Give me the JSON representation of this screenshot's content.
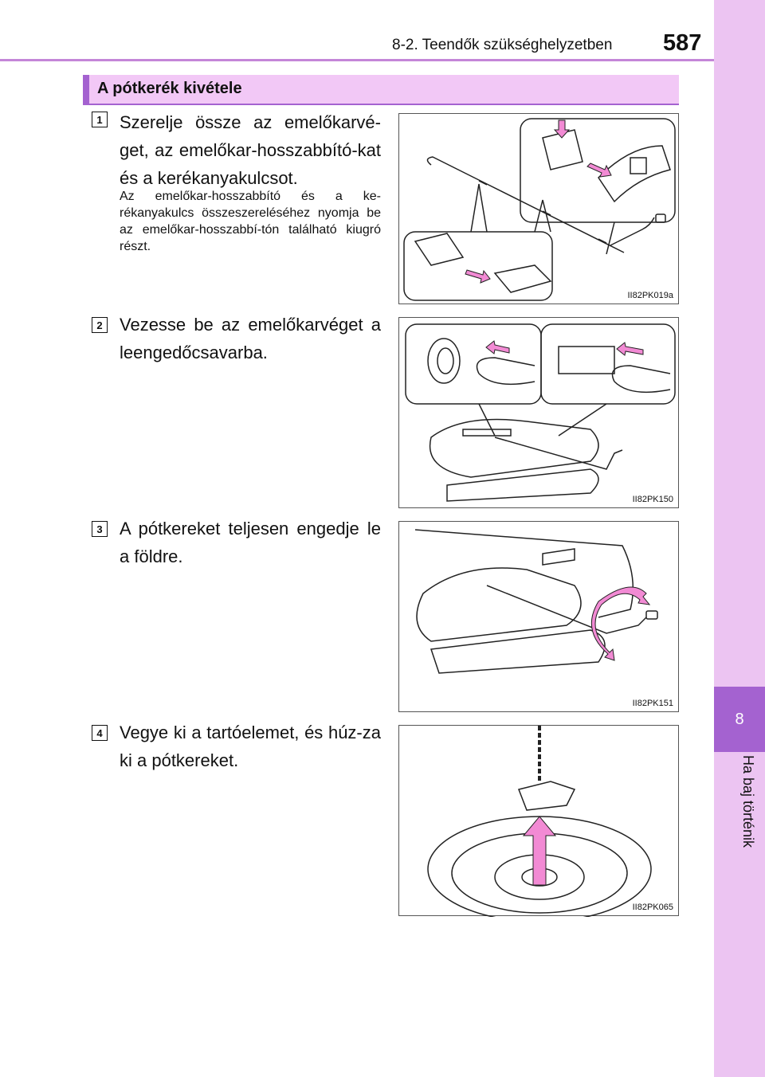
{
  "header": {
    "chapter_title": "8-2. Teendők szükséghelyzetben",
    "page_number": "587"
  },
  "side_tab": {
    "chapter_number": "8",
    "chapter_label": "Ha baj történik"
  },
  "section": {
    "title": "A pótkerék kivétele"
  },
  "steps": [
    {
      "number": "1",
      "text": "Szerelje össze az emelőkarvé-get, az emelőkar-hosszabbító-kat és a kerékanyakulcsot.",
      "note": "Az emelőkar-hosszabbító és a ke-rékanyakulcs összeszereléséhez nyomja be az emelőkar-hosszabbí-tón található kiugró részt.",
      "figure_code": "II82PK019a"
    },
    {
      "number": "2",
      "text": "Vezesse be az emelőkarvéget a leengedőcsavarba.",
      "figure_code": "II82PK150"
    },
    {
      "number": "3",
      "text": "A pótkereket teljesen engedje le a földre.",
      "figure_code": "II82PK151"
    },
    {
      "number": "4",
      "text": "Vegye ki a tartóelemet, és húz-za ki a pótkereket.",
      "figure_code": "II82PK065"
    }
  ],
  "colors": {
    "accent": "#a462d0",
    "tab_light": "#ecc4f2",
    "arrow_pink": "#f28ad4"
  }
}
